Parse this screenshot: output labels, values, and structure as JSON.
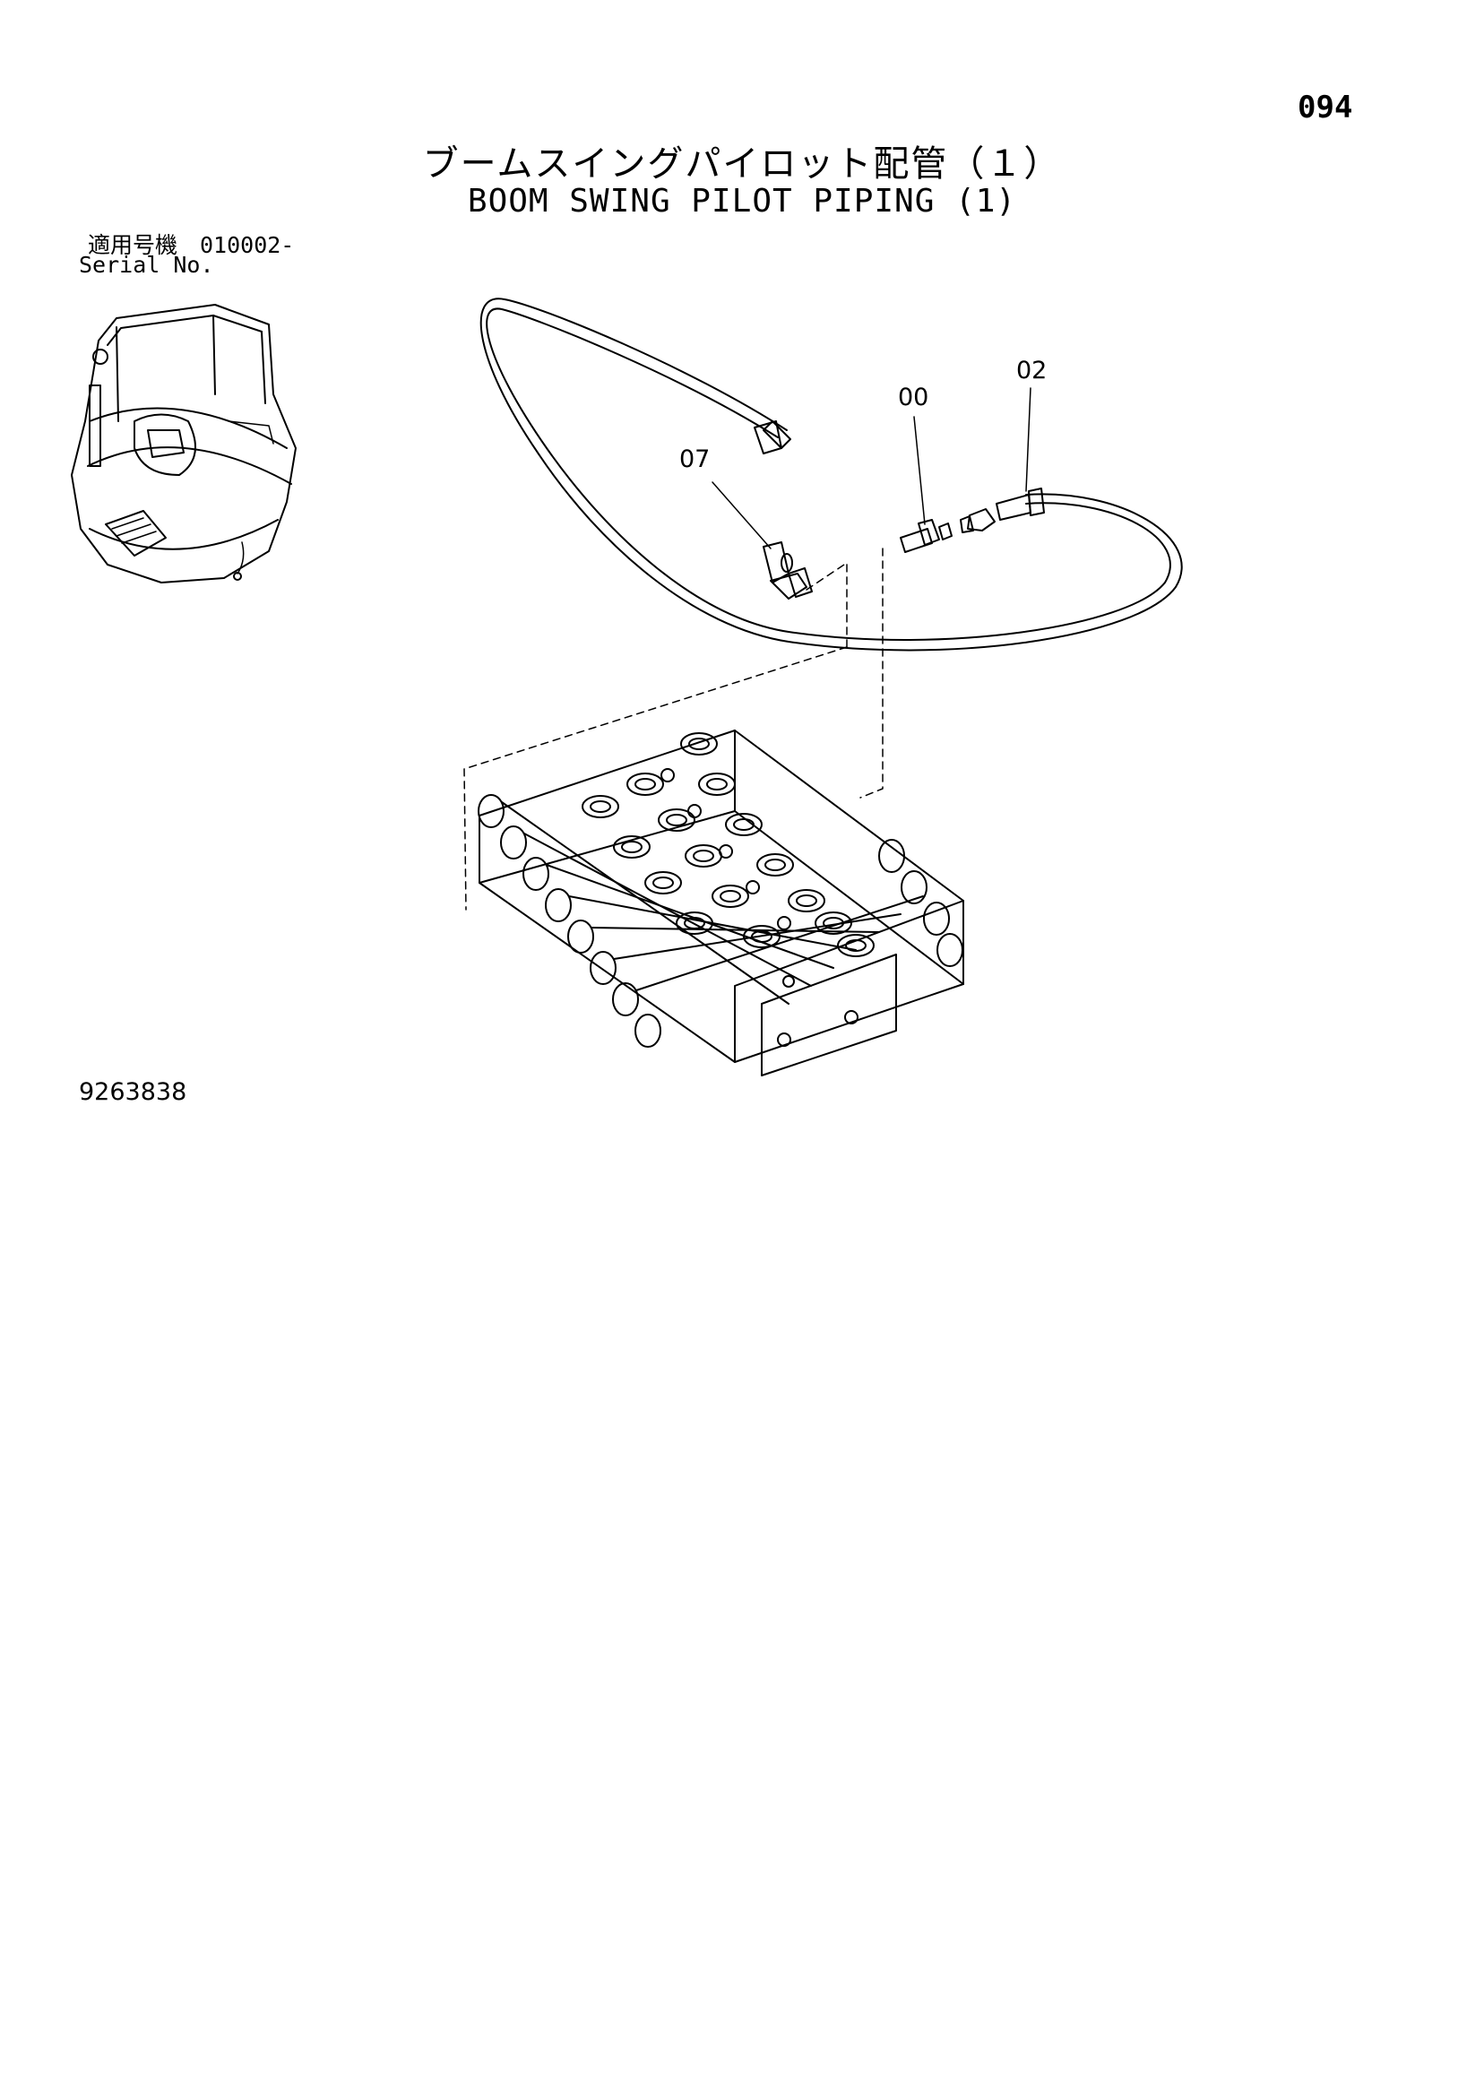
{
  "page": {
    "number": "094",
    "title_jp": "ブームスイングパイロット配管（１）",
    "title_en": "BOOM SWING PILOT PIPING (1)",
    "serial_jp": "適用号機　010002-",
    "serial_en": "Serial No.",
    "drawing_code": "9263838"
  },
  "callouts": [
    {
      "id": "07",
      "label": "07"
    },
    {
      "id": "00",
      "label": "00"
    },
    {
      "id": "02",
      "label": "02"
    }
  ]
}
